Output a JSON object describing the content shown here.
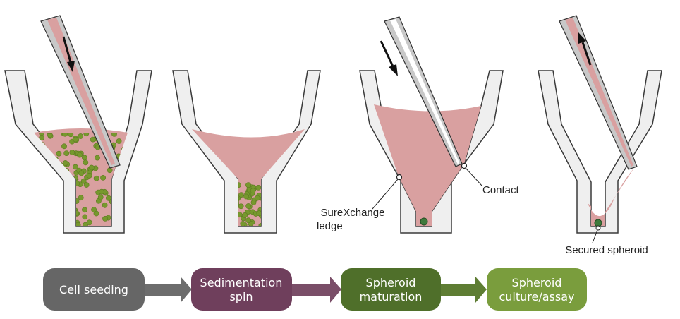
{
  "colors": {
    "well_fill": "#efefef",
    "well_stroke": "#3a3a3a",
    "medium": "#d9a0a0",
    "cells": "#77982e",
    "spheroid": "#3f7a3c",
    "tip": "#c8c8c8",
    "step1": "#666666",
    "step2": "#6f3f5c",
    "step3": "#4f6f2a",
    "step4": "#7a9d3d"
  },
  "callouts": {
    "ledge_line1": "SureXchange",
    "ledge_line2": "ledge",
    "contact": "Contact",
    "secured": "Secured spheroid"
  },
  "steps": [
    {
      "lines": [
        "Cell seeding"
      ]
    },
    {
      "lines": [
        "Sedimentation",
        "spin"
      ]
    },
    {
      "lines": [
        "Spheroid",
        "maturation"
      ]
    },
    {
      "lines": [
        "Spheroid",
        "culture/assay"
      ]
    }
  ]
}
